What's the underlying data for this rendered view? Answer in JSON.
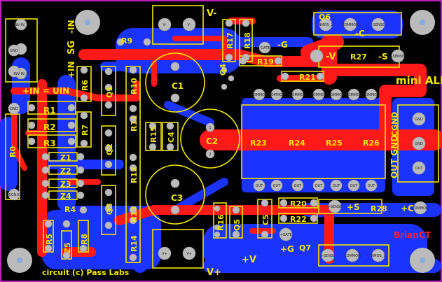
{
  "board": {
    "title": "mini ALEPH",
    "credit": "circuit (c) Pass Labs",
    "author": "BrianCT"
  },
  "labels": {
    "sg": "SG",
    "in_minus": "-IN",
    "in_plus": "+IN",
    "in_eq": "+IN = UIN",
    "v_minus": "V-",
    "v_plus": "V+",
    "plus_v": "+V",
    "minus_v": "-V",
    "g_top": "-G",
    "g_bot": "+G",
    "c_top": "-C",
    "c_bot": "+C",
    "s_top": "-S",
    "s_bot": "+S",
    "out_gnd": "OUT GND",
    "cgnd": "CGND"
  },
  "components": {
    "r0": "R0",
    "r1": "R1",
    "r2": "R2",
    "r3": "R3",
    "r4": "R4",
    "r5": "R5",
    "r6": "R6",
    "r7": "R7",
    "r8": "R8",
    "r9": "R9",
    "r10": "R10",
    "r11": "R11",
    "r12": "R12",
    "r13": "R13",
    "r14": "R14",
    "r15": "R15",
    "r16": "R16",
    "r17": "R17",
    "r18": "R18",
    "r19": "R19",
    "r20": "R20",
    "r21": "R21",
    "r22": "R22",
    "r23": "R23",
    "r24": "R24",
    "r25": "R25",
    "r26": "R26",
    "r27": "R27",
    "r28": "R28",
    "c1": "C1",
    "c2": "C2",
    "c3": "C3",
    "c4": "C4",
    "c5": "C5",
    "q1": "Q1",
    "q2": "Q2",
    "q3": "Q3",
    "q4": "Q4",
    "q5": "Q5",
    "q6": "Q6",
    "q7": "Q7",
    "z1": "Z1",
    "z2": "Z2",
    "z3": "Z3",
    "z4": "Z4",
    "z5": "Z5"
  },
  "pads": {
    "in_neg": "INV-IN_1",
    "gnd": "GND",
    "in_pos": "INV-IN_2",
    "sgnd": "SGND",
    "common": "COMMON",
    "out": "OUT",
    "gate": "-GATE",
    "gate_p": "+GATE",
    "sense": "-SENSE",
    "sense_p": "+SENSE",
    "vminus": "V-",
    "vplus": "V+",
    "nmos": "NMOS_1",
    "c_pad_1": "1",
    "c_pad_2": "2"
  }
}
